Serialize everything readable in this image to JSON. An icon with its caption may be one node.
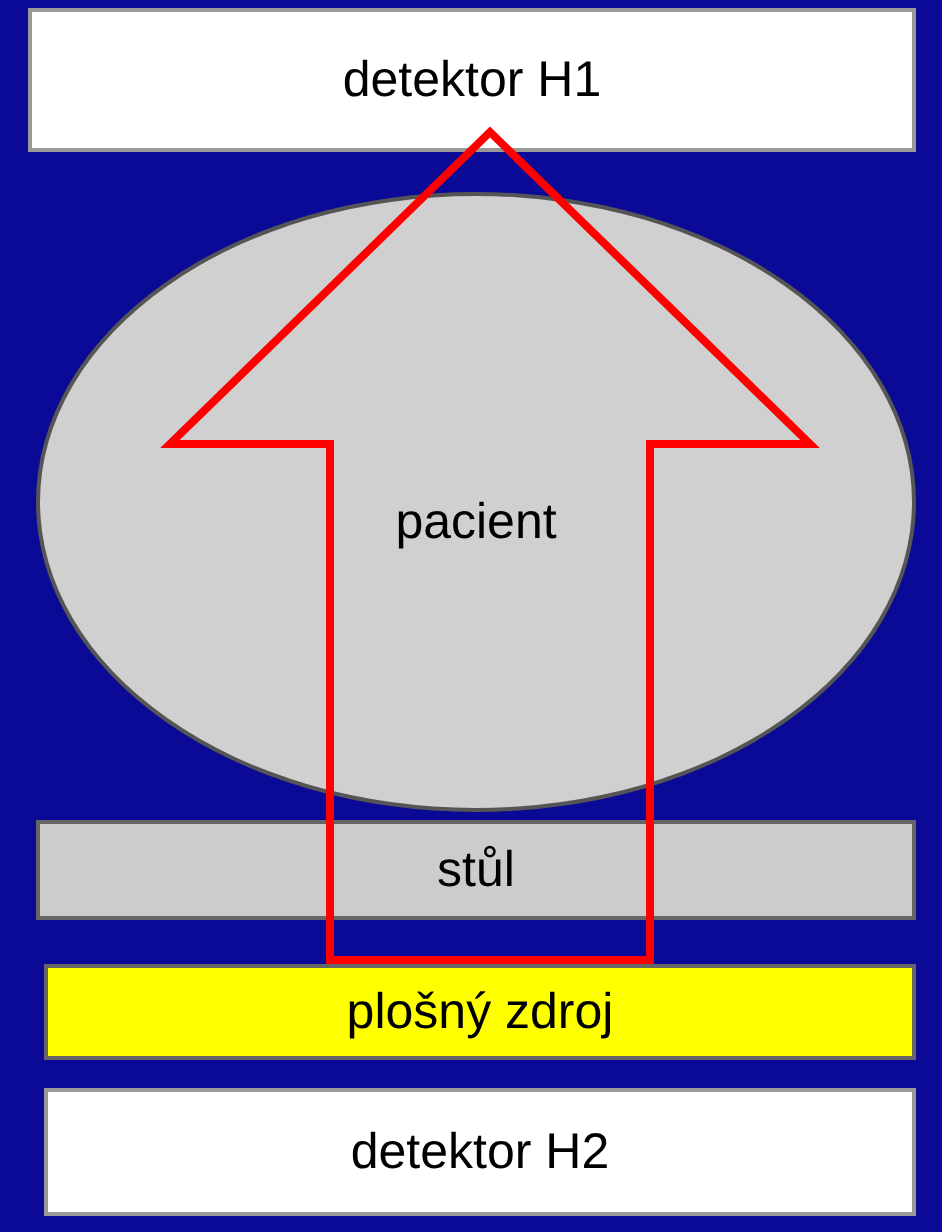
{
  "diagram": {
    "nodes": [
      {
        "text": [
          "detektor H1"
        ]
      },
      {
        "text": [
          "pacient"
        ]
      },
      {
        "text": [
          "stůl"
        ]
      },
      {
        "text": [
          "plošný zdroj"
        ]
      },
      {
        "text": [
          "detektor H2"
        ]
      }
    ],
    "edges": [
      {
        "from": 3,
        "to": 0,
        "arrow": "to",
        "style": "thick",
        "color": "#ff0000"
      }
    ]
  }
}
